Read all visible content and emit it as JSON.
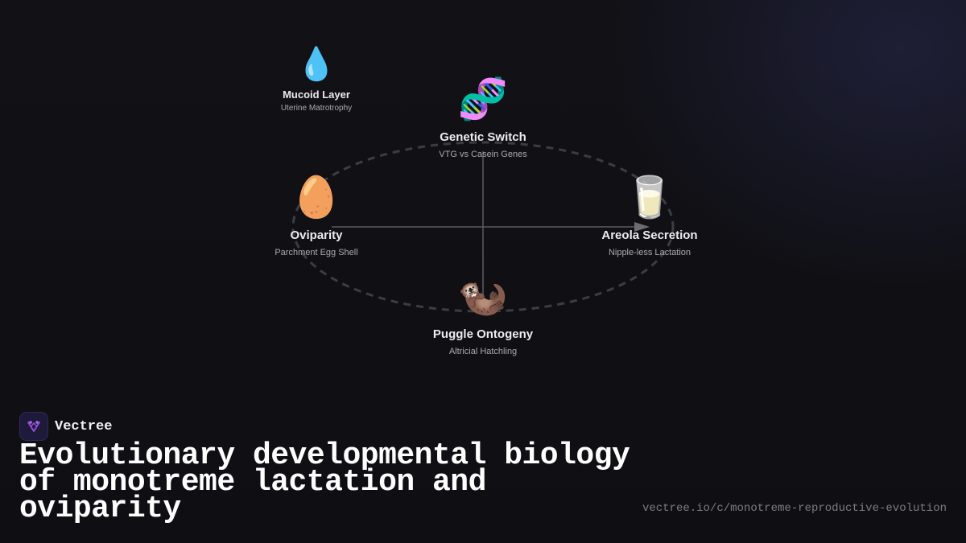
{
  "diagram": {
    "nodes": [
      {
        "id": "mucoid",
        "icon": "water-drop",
        "emoji": "💧",
        "title": "Mucoid Layer",
        "subtitle": "Uterine Matrotrophy"
      },
      {
        "id": "genetic",
        "icon": "dna",
        "emoji": "🧬",
        "title": "Genetic Switch",
        "subtitle": "VTG vs Casein Genes"
      },
      {
        "id": "oviparity",
        "icon": "egg",
        "emoji": "🥚",
        "title": "Oviparity",
        "subtitle": "Parchment Egg Shell"
      },
      {
        "id": "areola",
        "icon": "milk-glass",
        "emoji": "🥛",
        "title": "Areola Secretion",
        "subtitle": "Nipple-less Lactation"
      },
      {
        "id": "puggle",
        "icon": "otter",
        "emoji": "🦦",
        "title": "Puggle Ontogeny",
        "subtitle": "Altricial Hatchling"
      }
    ],
    "colors": {
      "ellipse": "#3c3c44",
      "axis": "#5c5c64",
      "arrowhead": "#6c6c74"
    }
  },
  "brand": {
    "name": "Vectree",
    "logo_color": "#9b4fe0"
  },
  "headline": "Evolutionary developmental biology of monotreme lactation and oviparity",
  "url": "vectree.io/c/monotreme-reproductive-evolution"
}
